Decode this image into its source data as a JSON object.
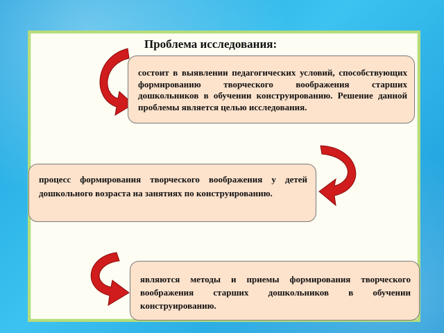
{
  "slide": {
    "title": "Проблема исследования:",
    "blocks": [
      {
        "text": "состоит в выявлении педагогических условий, способствующих формированию творческого воображения старших дошкольников в обучении конструированию. Решение данной проблемы является целью исследования."
      },
      {
        "text": "процесс формирования творческого воображения у детей дошкольного возраста на занятиях по конструированию."
      },
      {
        "text": "являются методы и приемы формирования творческого воображения старших дошкольников в обучении конструированию."
      }
    ]
  },
  "colors": {
    "background": "#1ba0de",
    "slide_border": "#b7dc7a",
    "box_fill": "#fde2cc",
    "arrow": "#d01c1c"
  }
}
